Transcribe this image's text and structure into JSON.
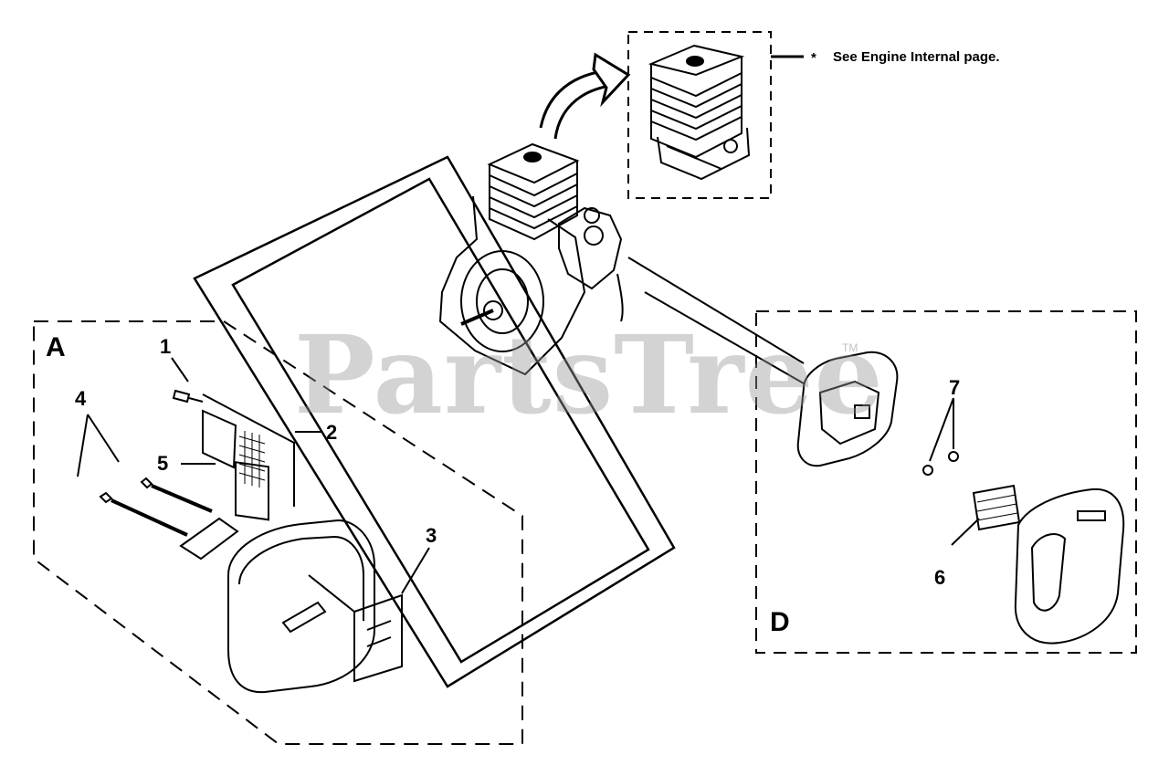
{
  "watermark": {
    "text": "PartsTree",
    "tm": "TM"
  },
  "note": {
    "asterisk": "*",
    "text": "See Engine Internal page."
  },
  "sections": {
    "a": "A",
    "d": "D"
  },
  "callouts": {
    "c1": "1",
    "c2": "2",
    "c3": "3",
    "c4": "4",
    "c5": "5",
    "c6": "6",
    "c7": "7"
  }
}
